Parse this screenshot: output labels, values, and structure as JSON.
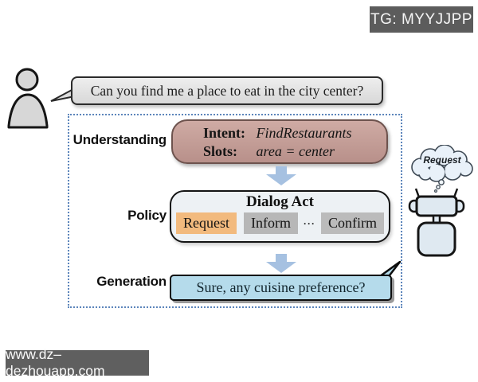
{
  "badge": {
    "text": "TG: MYYJJPP"
  },
  "watermark": {
    "text": "www.dz–dezhouapp.com"
  },
  "user": {
    "utterance": "Can you find me a place to eat in the city center?"
  },
  "stages": [
    {
      "label": "Understanding"
    },
    {
      "label": "Policy"
    },
    {
      "label": "Generation"
    }
  ],
  "understanding": {
    "intent_label": "Intent:",
    "intent_value": "FindRestaurants",
    "slots_label": "Slots:",
    "slots_value": "area = center"
  },
  "policy": {
    "title": "Dialog Act",
    "acts": [
      "Request",
      "Inform",
      "Confirm"
    ],
    "ellipsis": "···"
  },
  "generation": {
    "utterance": "Sure, any cuisine preference?"
  },
  "robot": {
    "thought": "Request"
  },
  "colors": {
    "understanding_box": "#c29c95",
    "policy_box": "#edf1f4",
    "request_chip": "#f2ba7e",
    "act_chip": "#b9b9b9",
    "generation_bubble": "#b5dbeb",
    "arrow": "#a6c1e1",
    "dashed_border": "#5c85bb",
    "badge_background": "#5c5c5c",
    "user_bubble": "#e3e3e3"
  }
}
